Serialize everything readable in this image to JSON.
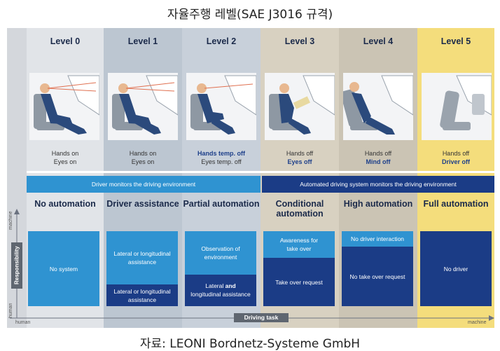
{
  "title": "자율주행 레벨(SAE J3016 규격)",
  "source": "자료: LEONI Bordnetz-Systeme GmbH",
  "colors": {
    "frame": "#d4d7dc",
    "level_blue_bg": "#bcc6d1",
    "level_sand_bg": "#d8d1c1",
    "level5_bg": "#f4dd7c",
    "dark_blue": "#1b3c86",
    "light_blue": "#2f93d1"
  },
  "levels": [
    {
      "label": "Level 0",
      "caption1": "Hands on",
      "caption2": "Eyes on",
      "name": "No automation"
    },
    {
      "label": "Level 1",
      "caption1": "Hands on",
      "caption2": "Eyes on",
      "name": "Driver assistance"
    },
    {
      "label": "Level 2",
      "caption1": "Hands temp. off",
      "caption2": "Eyes temp. off",
      "name": "Partial automation"
    },
    {
      "label": "Level 3",
      "caption1": "Hands off",
      "caption2": "Eyes off",
      "name": "Conditional automation"
    },
    {
      "label": "Level 4",
      "caption1": "Hands off",
      "caption2": "Mind off",
      "name": "High automation"
    },
    {
      "label": "Level 5",
      "caption1": "Hands off",
      "caption2": "Driver off",
      "name": "Full automation"
    }
  ],
  "bands": {
    "driver": "Driver monitors the driving environment",
    "system": "Automated driving system monitors the driving environment"
  },
  "boxes": {
    "l0": "No system",
    "l1_top": "Lateral or longitudinal assistance",
    "l1_bottom": "Lateral or longitudinal assistance",
    "l2_top": "Observation of environment",
    "l2_bottom_a": "Lateral ",
    "l2_bottom_and": "and",
    "l2_bottom_b": " longitudinal assistance",
    "l3_top": "Awareness for take over",
    "l3_bottom": "Take over request",
    "l4_top": "No driver interaction",
    "l4_bottom": "No take over request",
    "l5": "No driver"
  },
  "axes": {
    "responsibility": "Responsibility",
    "machine_top": "machine",
    "human_bottom": "human",
    "driving_task": "Driving task",
    "human_left": "human",
    "machine_right": "machine"
  }
}
